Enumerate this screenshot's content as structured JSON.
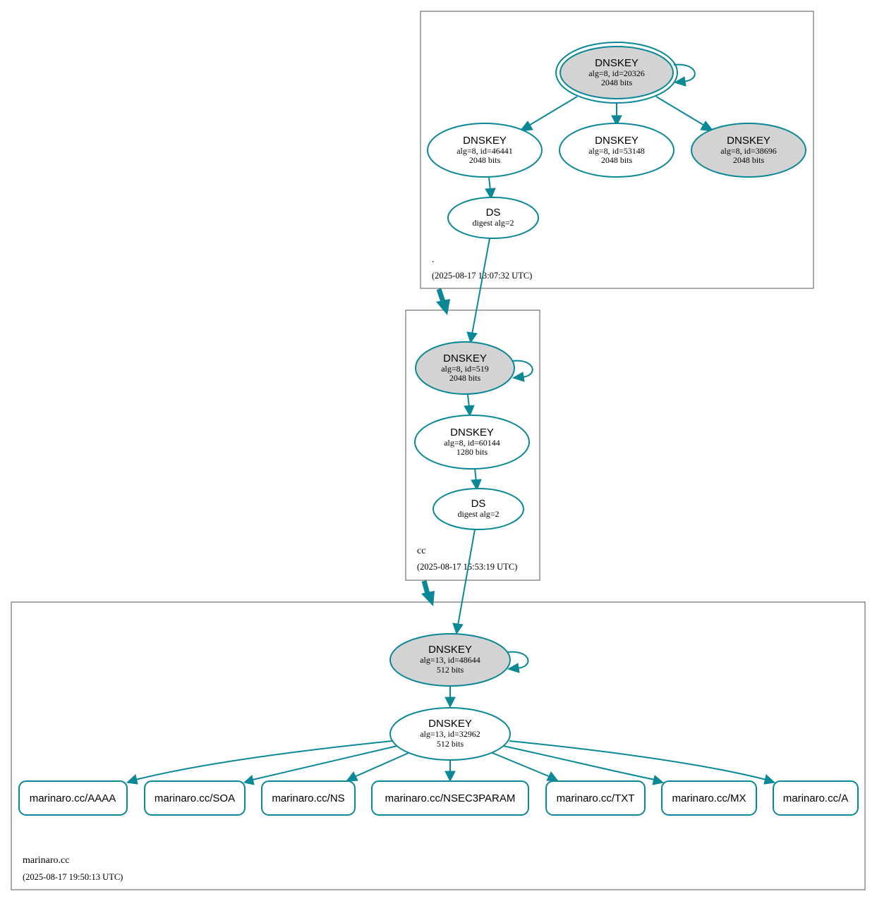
{
  "colors": {
    "edge": "#0a8896",
    "sep_fill": "#d3d3d3",
    "box": "#555555"
  },
  "zones": {
    "root": {
      "name": ".",
      "time": "(2025-08-17 13:07:32 UTC)"
    },
    "cc": {
      "name": "cc",
      "time": "(2025-08-17 15:53:19 UTC)"
    },
    "marinaro": {
      "name": "marinaro.cc",
      "time": "(2025-08-17 19:50:13 UTC)"
    }
  },
  "nodes": {
    "root_ksk": {
      "title": "DNSKEY",
      "line1": "alg=8, id=20326",
      "line2": "2048 bits"
    },
    "root_zsk1": {
      "title": "DNSKEY",
      "line1": "alg=8, id=46441",
      "line2": "2048 bits"
    },
    "root_zsk2": {
      "title": "DNSKEY",
      "line1": "alg=8, id=53148",
      "line2": "2048 bits"
    },
    "root_zsk3": {
      "title": "DNSKEY",
      "line1": "alg=8, id=38696",
      "line2": "2048 bits"
    },
    "root_ds": {
      "title": "DS",
      "line1": "digest alg=2"
    },
    "cc_ksk": {
      "title": "DNSKEY",
      "line1": "alg=8, id=519",
      "line2": "2048 bits"
    },
    "cc_zsk": {
      "title": "DNSKEY",
      "line1": "alg=8, id=60144",
      "line2": "1280 bits"
    },
    "cc_ds": {
      "title": "DS",
      "line1": "digest alg=2"
    },
    "m_ksk": {
      "title": "DNSKEY",
      "line1": "alg=13, id=48644",
      "line2": "512 bits"
    },
    "m_zsk": {
      "title": "DNSKEY",
      "line1": "alg=13, id=32962",
      "line2": "512 bits"
    }
  },
  "records": [
    "marinaro.cc/AAAA",
    "marinaro.cc/SOA",
    "marinaro.cc/NS",
    "marinaro.cc/NSEC3PARAM",
    "marinaro.cc/TXT",
    "marinaro.cc/MX",
    "marinaro.cc/A"
  ]
}
